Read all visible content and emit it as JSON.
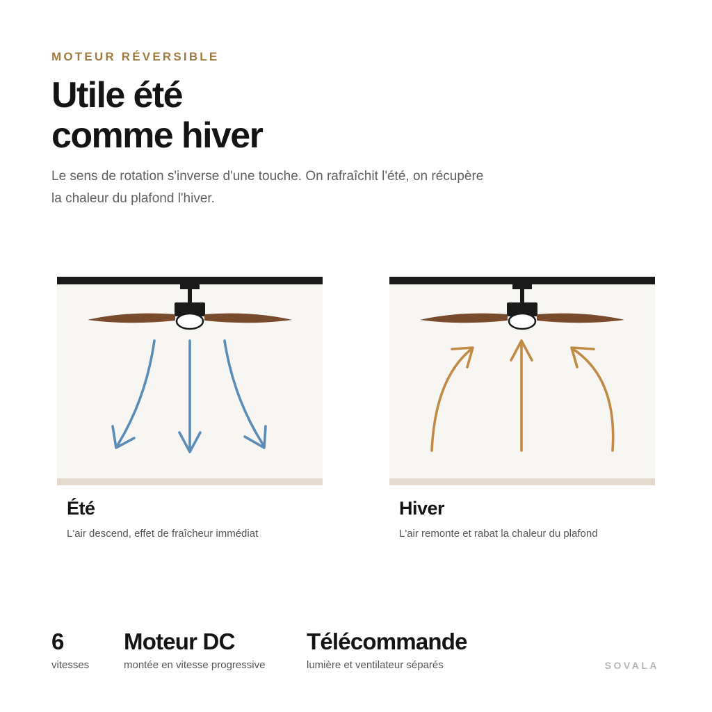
{
  "header": {
    "eyebrow": "MOTEUR RÉVERSIBLE",
    "title_line1": "Utile été",
    "title_line2": "comme hiver",
    "description": "Le sens de rotation s'inverse d'une touche. On rafraîchit l'été, on récupère la chaleur du plafond l'hiver."
  },
  "modes": [
    {
      "title": "Été",
      "description": "L'air descend, effet de fraîcheur immédiat",
      "airflow": "down",
      "arrow_color": "#5b8db8"
    },
    {
      "title": "Hiver",
      "description": "L'air remonte et rabat la chaleur du plafond",
      "airflow": "up",
      "arrow_color": "#c18a45"
    }
  ],
  "colors": {
    "eyebrow": "#a07b3f",
    "ceiling": "#1a1a1a",
    "room": "#f8f6f2",
    "floor": "#e3dacd",
    "blade": "#774b2c",
    "fan_body": "#1a1a1a",
    "light": "#ffffff"
  },
  "specs": [
    {
      "value": "6",
      "label": "vitesses"
    },
    {
      "value": "Moteur DC",
      "label": "montée en vitesse progressive"
    },
    {
      "value": "Télécommande",
      "label": "lumière et ventilateur séparés"
    }
  ],
  "brand": "SOVALA"
}
